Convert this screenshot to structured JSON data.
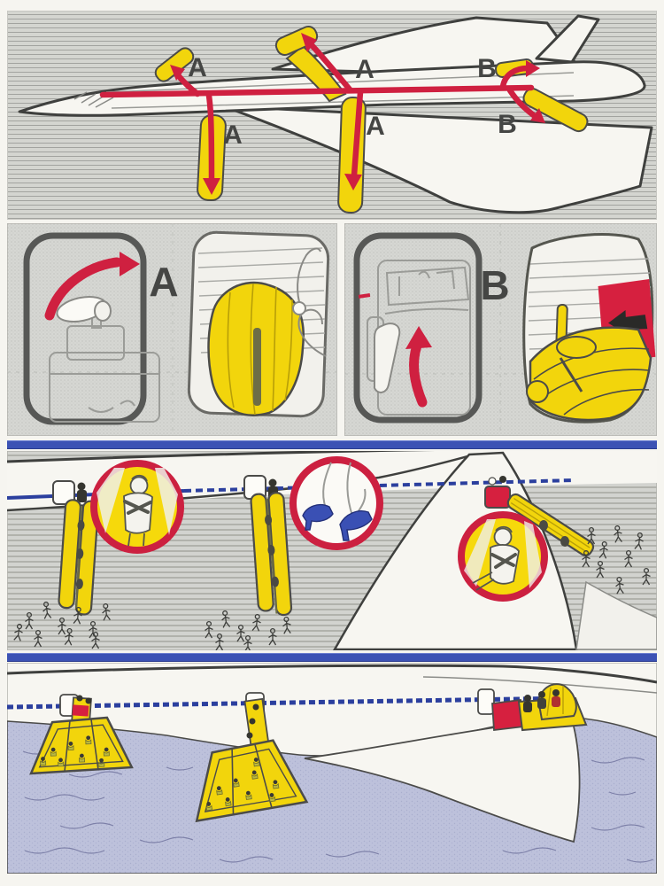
{
  "card": {
    "title_note": "",
    "palette": {
      "slide_yellow": "#F2D50C",
      "signal_red": "#CF2040",
      "inset_ring_red": "#CC2040",
      "outline_dark": "#3F403E",
      "panel_gray": "#D4D5D0",
      "hatch_line": "#A2A39F",
      "separator_blue": "#3C52B4",
      "cheatline_blue": "#2B3F9E",
      "water_blue": "#BDC1DB",
      "shoe_blue": "#3A50B4",
      "paper_white": "#F7F6F1",
      "life_vest_olive": "#B9B83F"
    }
  },
  "panels": {
    "overview": {
      "exit_labels": [
        {
          "position": "upper-forward",
          "label": "A"
        },
        {
          "position": "upper-mid",
          "label": "A"
        },
        {
          "position": "upper-rear",
          "label": "B"
        },
        {
          "position": "lower-forward",
          "label": "A"
        },
        {
          "position": "lower-mid",
          "label": "A"
        },
        {
          "position": "lower-rear",
          "label": "B"
        }
      ]
    },
    "doors": {
      "exit_a_label": "A",
      "exit_b_label": "B"
    }
  }
}
